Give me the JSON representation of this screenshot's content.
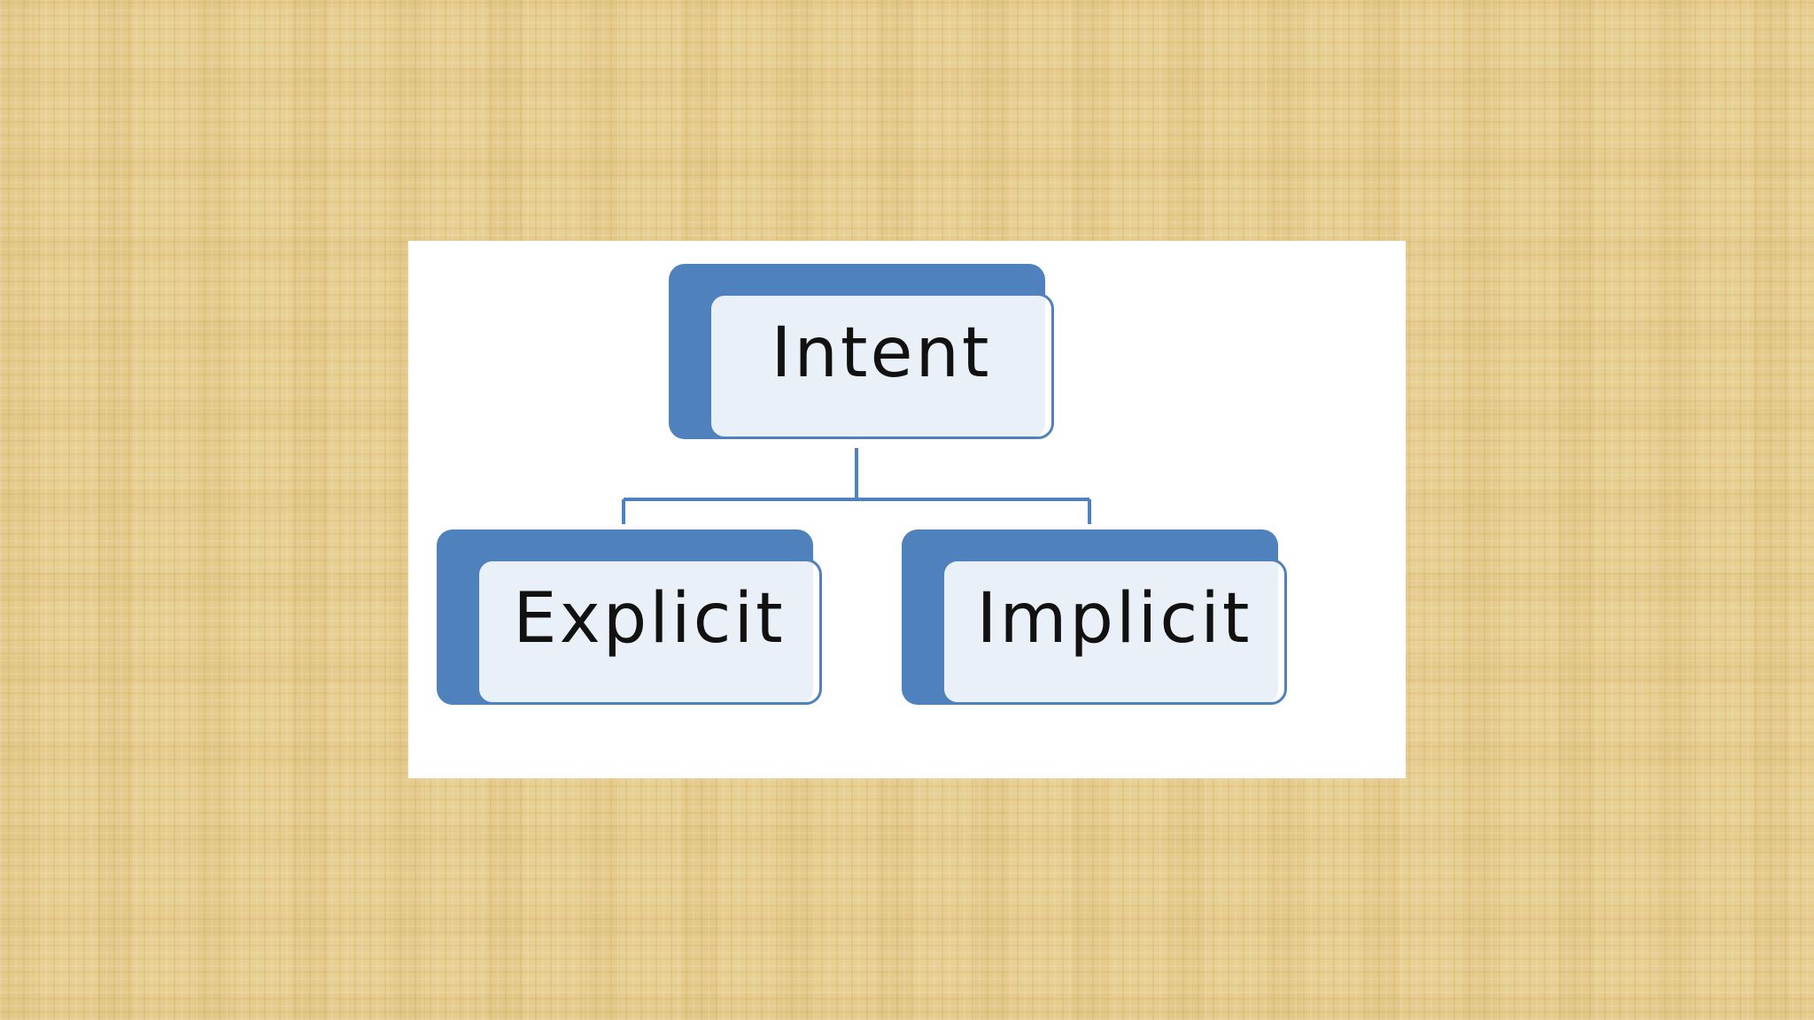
{
  "diagram": {
    "root": {
      "label": "Intent"
    },
    "children": [
      {
        "label": "Explicit"
      },
      {
        "label": "Implicit"
      }
    ],
    "colors": {
      "box_accent": "#4f81bd",
      "box_fill": "#eaf0f9",
      "background": "#e8cf92"
    }
  }
}
